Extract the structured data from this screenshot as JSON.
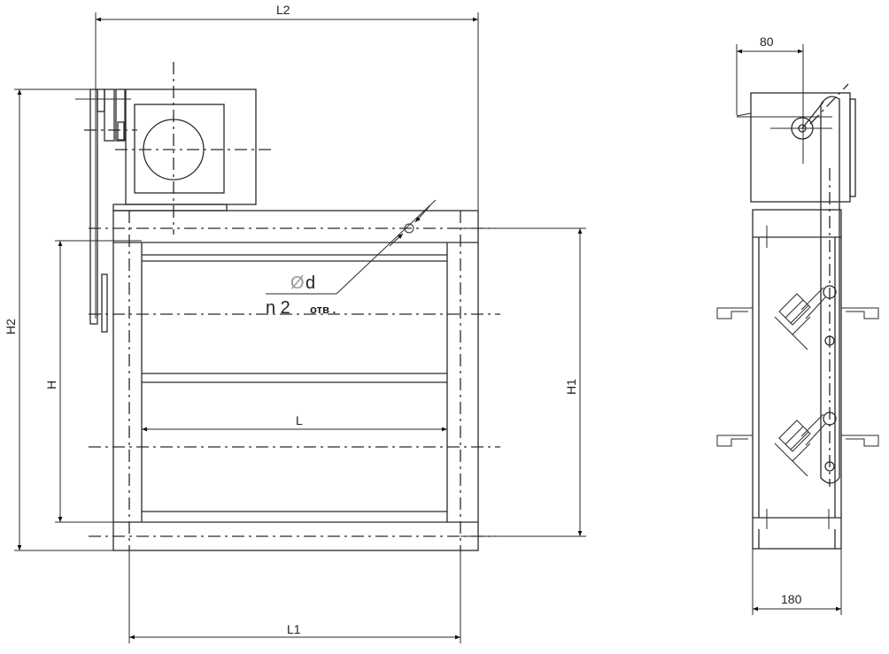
{
  "drawing": {
    "front_view": {
      "dimensions": {
        "overall_width": "L2",
        "overall_height": "H2",
        "opening_height": "H",
        "hole_spacing_height": "H1",
        "opening_width": "L",
        "hole_spacing_width": "L1"
      },
      "hole_callout": {
        "diameter": "d",
        "diameter_symbol": "Ø",
        "count": "n 2",
        "unit": "отв ."
      }
    },
    "side_view": {
      "dimensions": {
        "actuator_offset": "80",
        "depth": "180"
      }
    }
  }
}
